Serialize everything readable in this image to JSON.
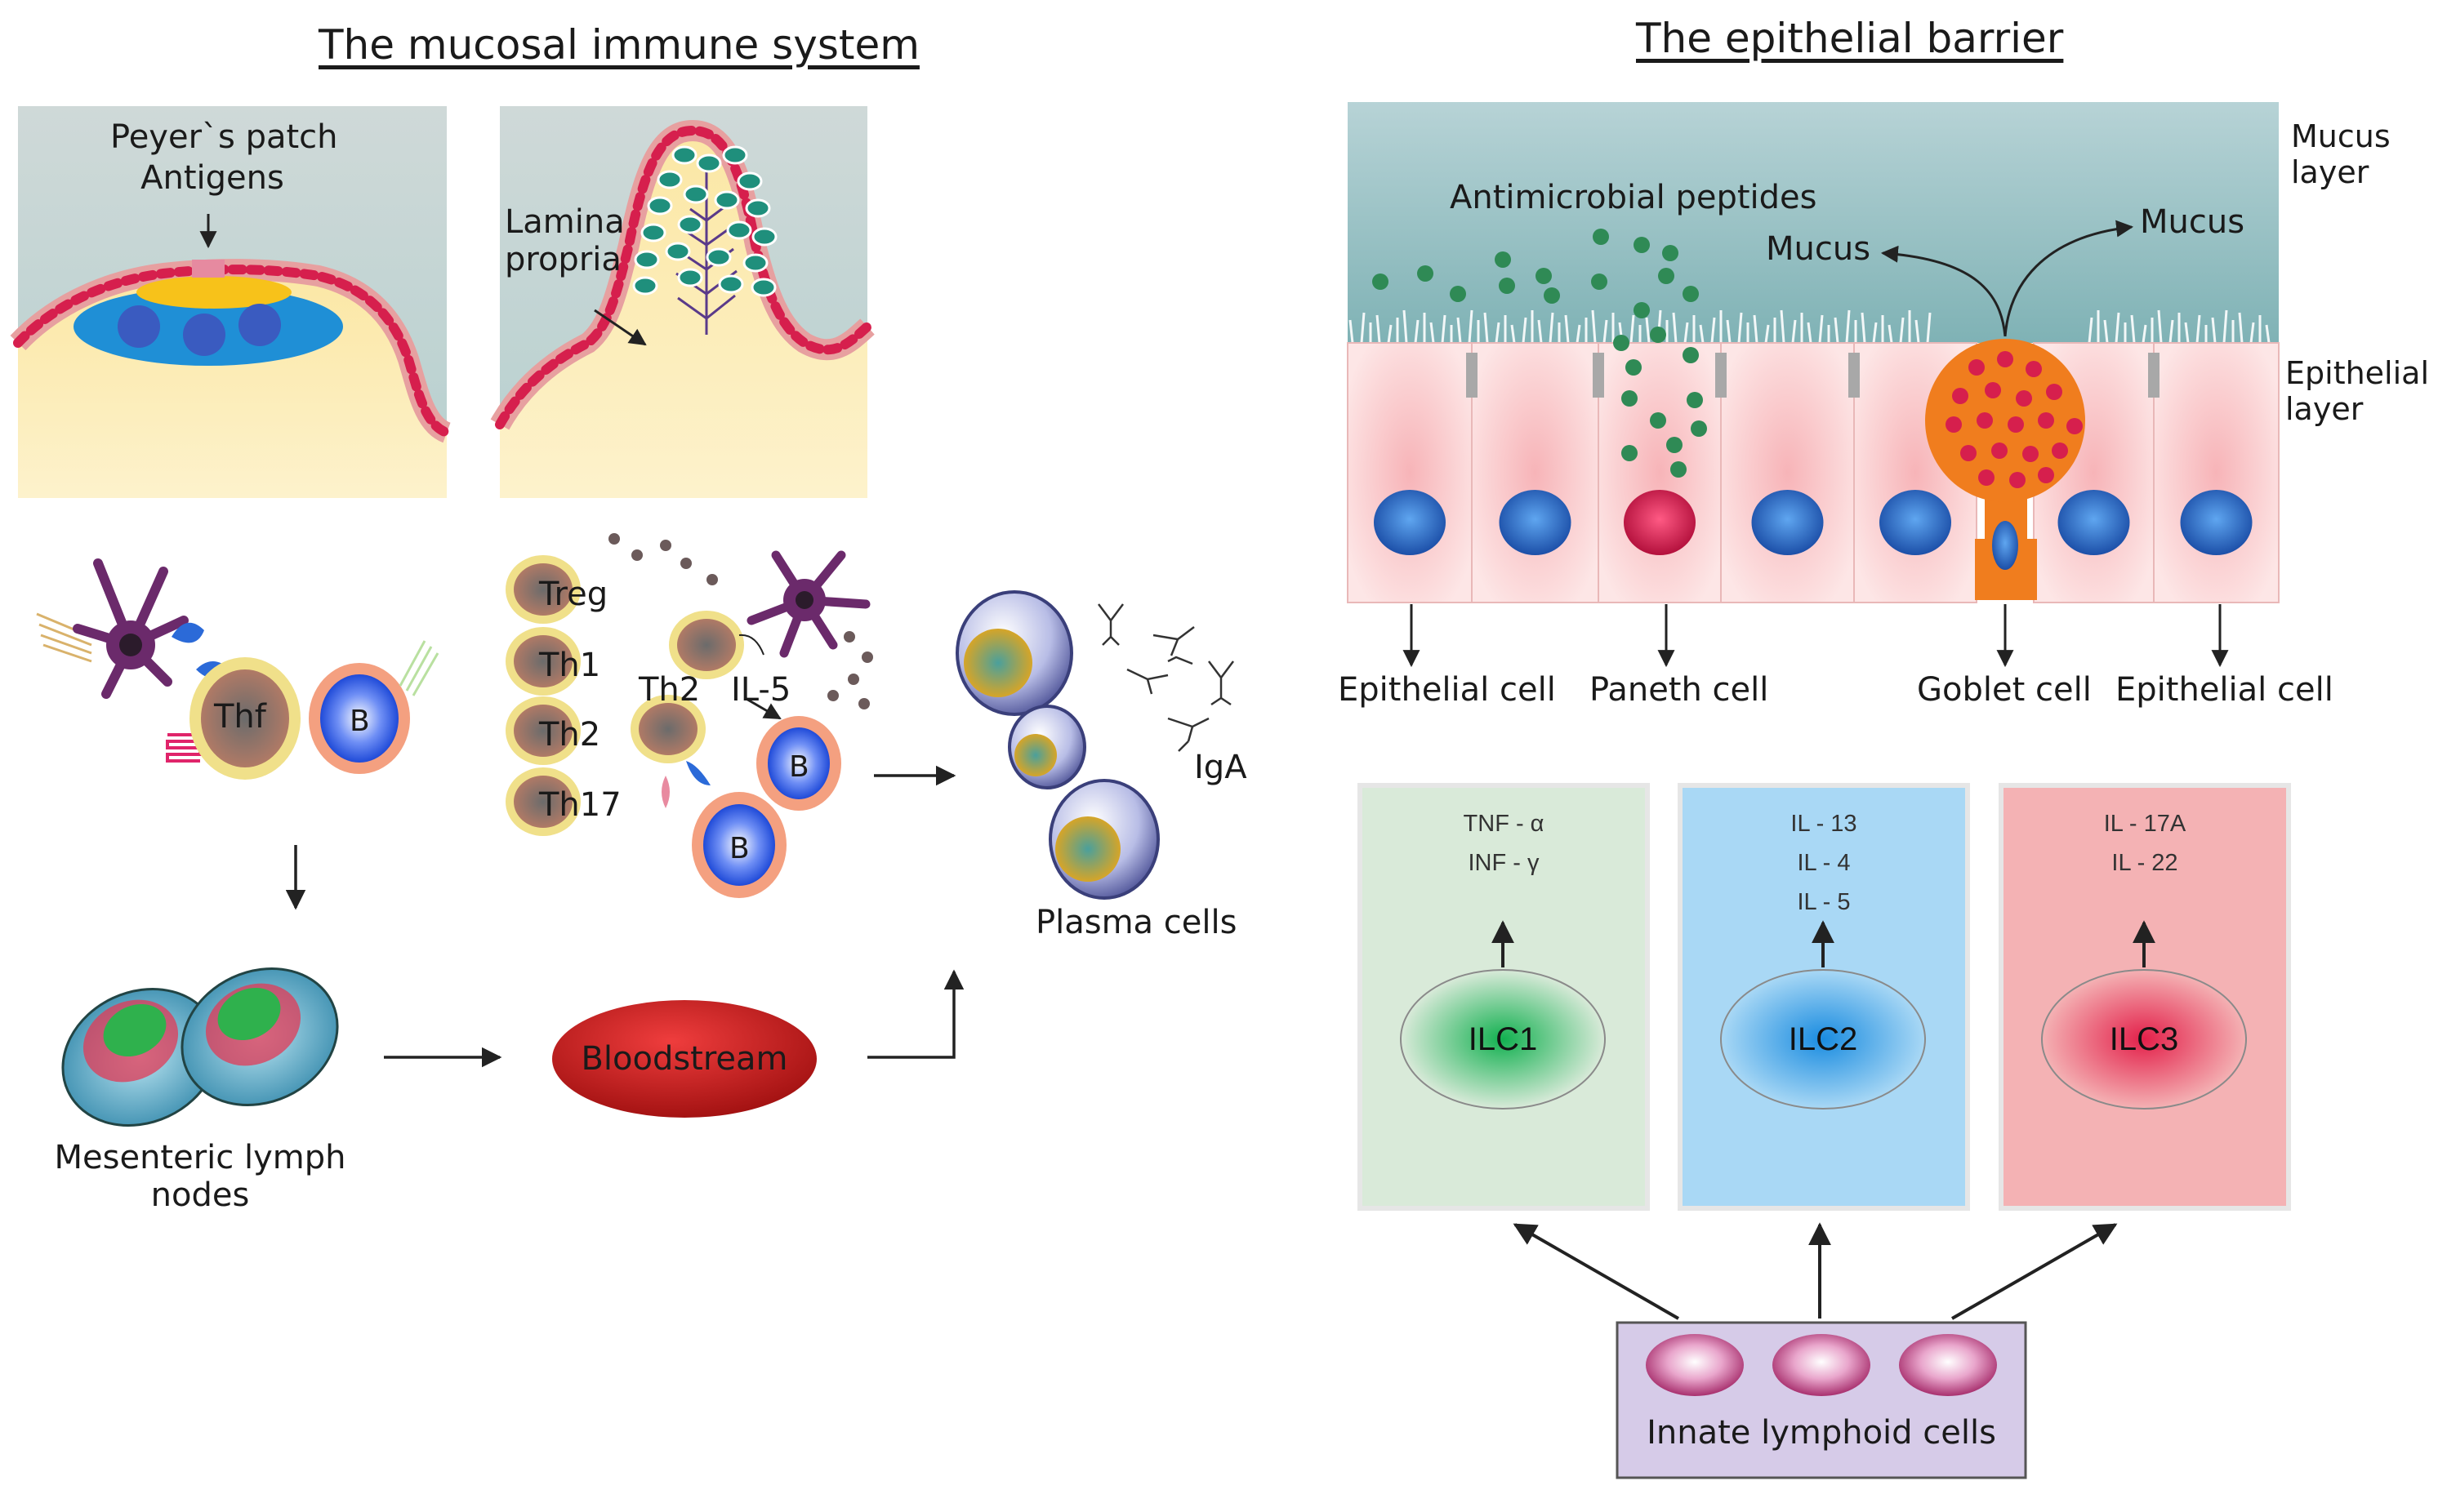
{
  "left_panel": {
    "title": "The mucosal immune system",
    "peyers_patch_label": "Peyer`s patch",
    "antigens_label": "Antigens",
    "lamina_propria_label_line1": "Lamina",
    "lamina_propria_label_line2": "propria",
    "thf_label": "Thf",
    "b_label": "B",
    "treg_label": "Treg",
    "th1_label": "Th1",
    "th2_label": "Th2",
    "th17_label": "Th17",
    "th2_cell_label": "Th2",
    "il5_label": "IL-5",
    "b_cell_1_label": "B",
    "b_cell_2_label": "B",
    "iga_label": "IgA",
    "plasma_cells_label": "Plasma cells",
    "lymph_nodes_line1": "Mesenteric lymph",
    "lymph_nodes_line2": "nodes",
    "bloodstream_label": "Bloodstream"
  },
  "right_panel": {
    "title": "The epithelial barrier",
    "mucus_layer_line1": "Mucus",
    "mucus_layer_line2": "layer",
    "epithelial_layer_line1": "Epithelial",
    "epithelial_layer_line2": "layer",
    "antimicrobial_label": "Antimicrobial peptides",
    "mucus_left_label": "Mucus",
    "mucus_right_label": "Mucus",
    "epithelial_cell_left_label": "Epithelial cell",
    "paneth_cell_label": "Paneth cell",
    "goblet_cell_label": "Goblet cell",
    "epithelial_cell_right_label": "Epithelial cell",
    "ilc_boxes": [
      {
        "name": "ILC1",
        "cytokines": [
          "TNF - α",
          "INF - γ"
        ],
        "color": "#d9ead9"
      },
      {
        "name": "ILC2",
        "cytokines": [
          "IL - 13",
          "IL - 4",
          "IL - 5"
        ],
        "color": "#a9d8f5"
      },
      {
        "name": "ILC3",
        "cytokines": [
          "IL - 17A",
          "IL - 22"
        ],
        "color": "#f4b2b4"
      }
    ],
    "innate_lymphoid_label": "Innate lymphoid cells"
  },
  "colors": {
    "mucus": "#b9d6d8",
    "tissue_yellow": "#fbe29a",
    "epithelium_red": "#e0245a",
    "b_cell_blue": "#2b6be0",
    "bloodstream_red": "#d62020",
    "goblet_orange": "#f07d1e",
    "peptide_green": "#2f8a55",
    "ilc_box_bottom": "#d6cbe8"
  }
}
